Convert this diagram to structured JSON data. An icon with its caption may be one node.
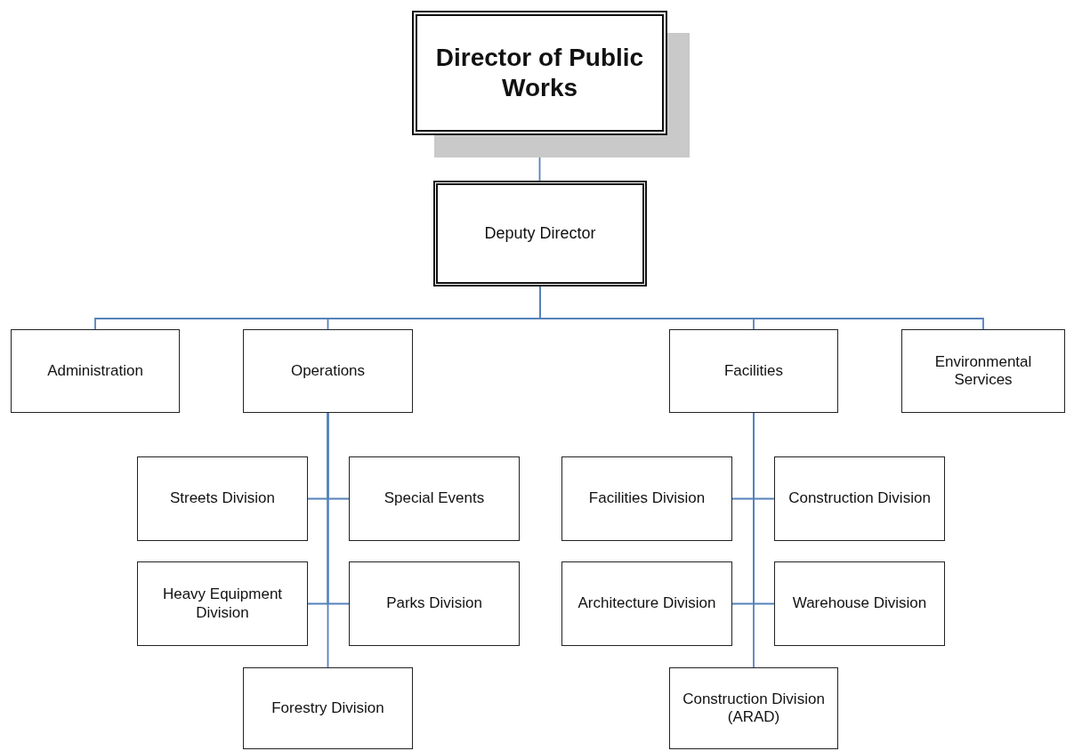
{
  "diagram": {
    "nodes": [
      {
        "text": [
          "Director of Public Works"
        ]
      },
      {
        "text": [
          "Deputy Director"
        ]
      },
      {
        "text": [
          "Administration"
        ]
      },
      {
        "text": [
          "Operations"
        ]
      },
      {
        "text": [
          "Facilities"
        ]
      },
      {
        "text": [
          "Environmental Services"
        ]
      },
      {
        "text": [
          "Streets Division"
        ]
      },
      {
        "text": [
          "Special Events"
        ]
      },
      {
        "text": [
          "Facilities Division"
        ]
      },
      {
        "text": [
          "Construction Division"
        ]
      },
      {
        "text": [
          "Heavy Equipment Division"
        ]
      },
      {
        "text": [
          "Parks Division"
        ]
      },
      {
        "text": [
          "Architecture Division"
        ]
      },
      {
        "text": [
          "Warehouse Division"
        ]
      },
      {
        "text": [
          "Forestry Division"
        ]
      },
      {
        "text": [
          "Construction Division (ARAD)"
        ]
      }
    ],
    "edges": [
      {
        "from": 0,
        "to": 1,
        "arrow": "none"
      },
      {
        "from": 1,
        "to": 2,
        "arrow": "none"
      },
      {
        "from": 1,
        "to": 3,
        "arrow": "none"
      },
      {
        "from": 1,
        "to": 4,
        "arrow": "none"
      },
      {
        "from": 1,
        "to": 5,
        "arrow": "none"
      },
      {
        "from": 3,
        "to": 6,
        "arrow": "none"
      },
      {
        "from": 3,
        "to": 7,
        "arrow": "none"
      },
      {
        "from": 3,
        "to": 10,
        "arrow": "none"
      },
      {
        "from": 3,
        "to": 11,
        "arrow": "none"
      },
      {
        "from": 3,
        "to": 14,
        "arrow": "none"
      },
      {
        "from": 4,
        "to": 8,
        "arrow": "none"
      },
      {
        "from": 4,
        "to": 9,
        "arrow": "none"
      },
      {
        "from": 4,
        "to": 12,
        "arrow": "none"
      },
      {
        "from": 4,
        "to": 13,
        "arrow": "none"
      },
      {
        "from": 4,
        "to": 15,
        "arrow": "none"
      }
    ]
  }
}
